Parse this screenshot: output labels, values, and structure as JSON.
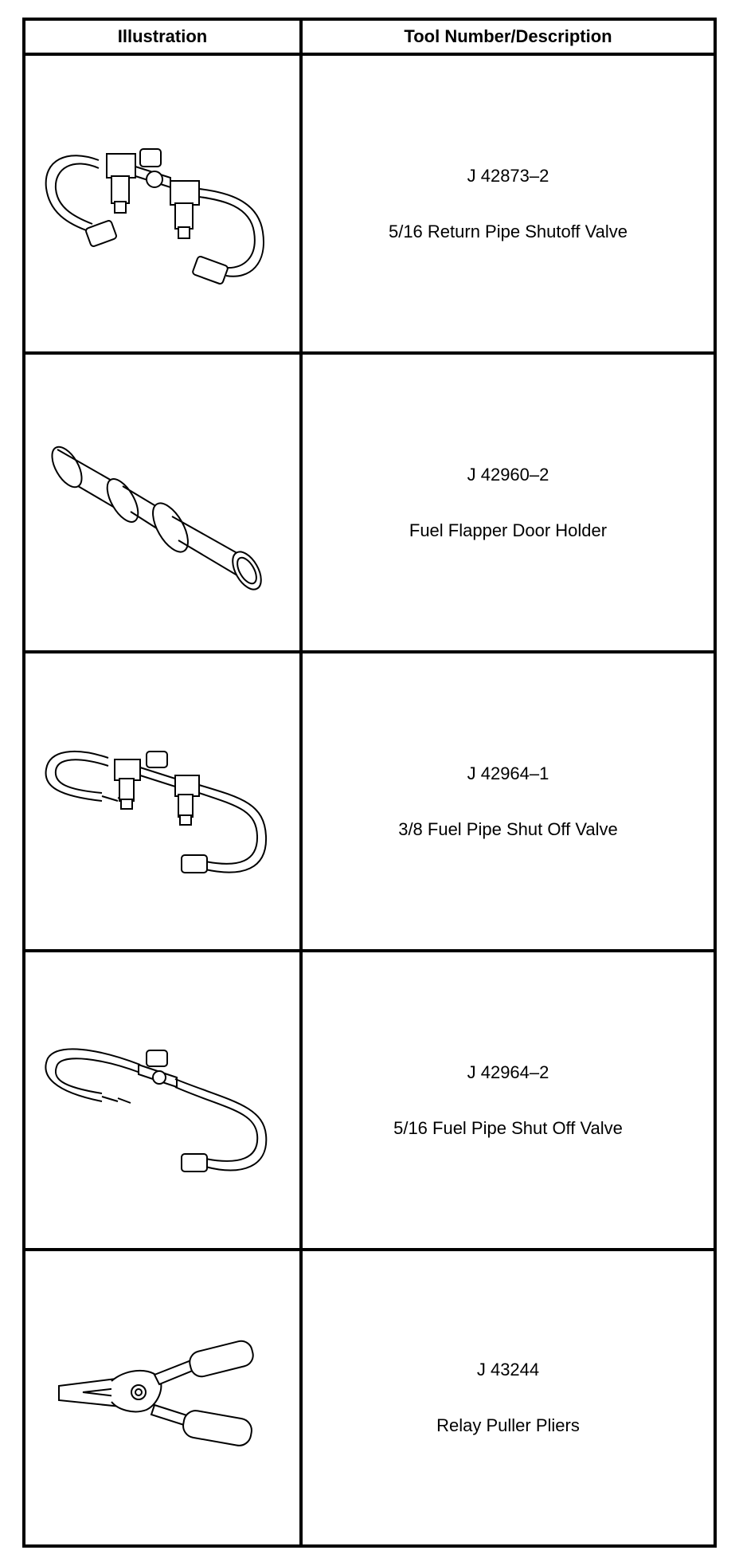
{
  "table": {
    "headers": {
      "illustration": "Illustration",
      "description": "Tool Number/Description"
    },
    "rows": [
      {
        "tool_number": "J 42873–2",
        "description": "5/16 Return Pipe Shutoff Valve",
        "icon": "return-pipe-shutoff-valve-icon"
      },
      {
        "tool_number": "J 42960–2",
        "description": "Fuel Flapper Door Holder",
        "icon": "fuel-flapper-door-holder-icon"
      },
      {
        "tool_number": "J 42964–1",
        "description": "3/8 Fuel Pipe Shut Off Valve",
        "icon": "fuel-pipe-shutoff-valve-3-8-icon"
      },
      {
        "tool_number": "J 42964–2",
        "description": "5/16 Fuel Pipe Shut Off Valve",
        "icon": "fuel-pipe-shutoff-valve-5-16-icon"
      },
      {
        "tool_number": "J 43244",
        "description": "Relay Puller Pliers",
        "icon": "relay-puller-pliers-icon"
      }
    ]
  }
}
